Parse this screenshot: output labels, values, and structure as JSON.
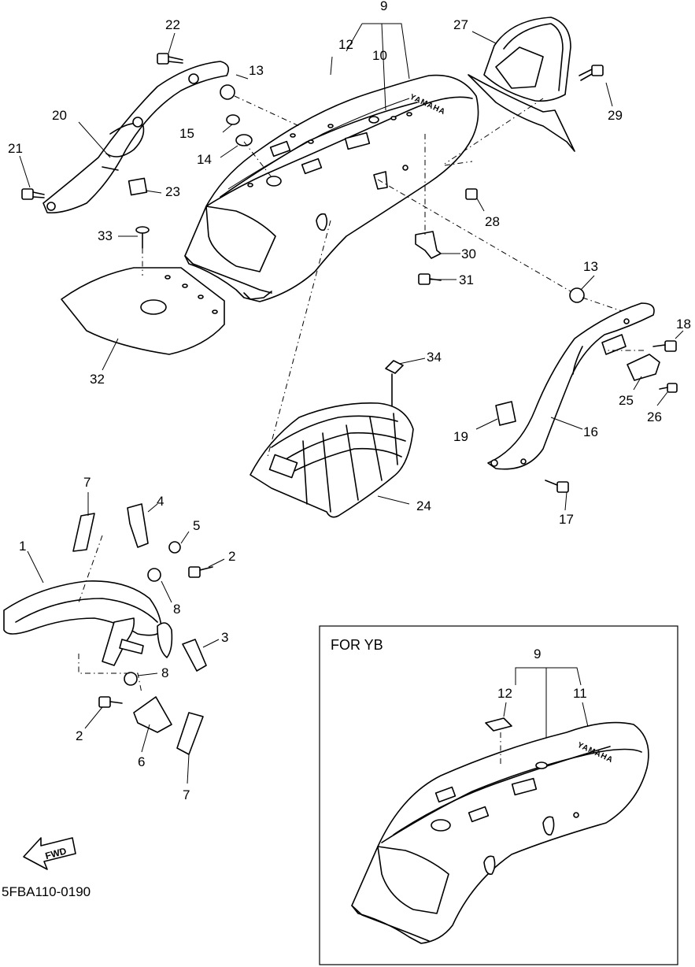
{
  "diagram": {
    "part_code": "5FBA110-0190",
    "inset_title": "FOR YB",
    "brand_mark": "YAMAHA",
    "direction_arrow": "FWD",
    "callouts": {
      "c1": "1",
      "c2a": "2",
      "c2b": "2",
      "c3": "3",
      "c4": "4",
      "c5": "5",
      "c6": "6",
      "c7a": "7",
      "c7b": "7",
      "c8a": "8",
      "c8b": "8",
      "c9": "9",
      "c10": "10",
      "c12": "12",
      "c13a": "13",
      "c13b": "13",
      "c14": "14",
      "c15": "15",
      "c16": "16",
      "c17": "17",
      "c18": "18",
      "c19": "19",
      "c20": "20",
      "c21": "21",
      "c22": "22",
      "c23": "23",
      "c24": "24",
      "c25": "25",
      "c26": "26",
      "c27": "27",
      "c28": "28",
      "c29": "29",
      "c30": "30",
      "c31": "31",
      "c32": "32",
      "c33": "33",
      "c34": "34",
      "inset9": "9",
      "inset11": "11",
      "inset12": "12"
    }
  }
}
